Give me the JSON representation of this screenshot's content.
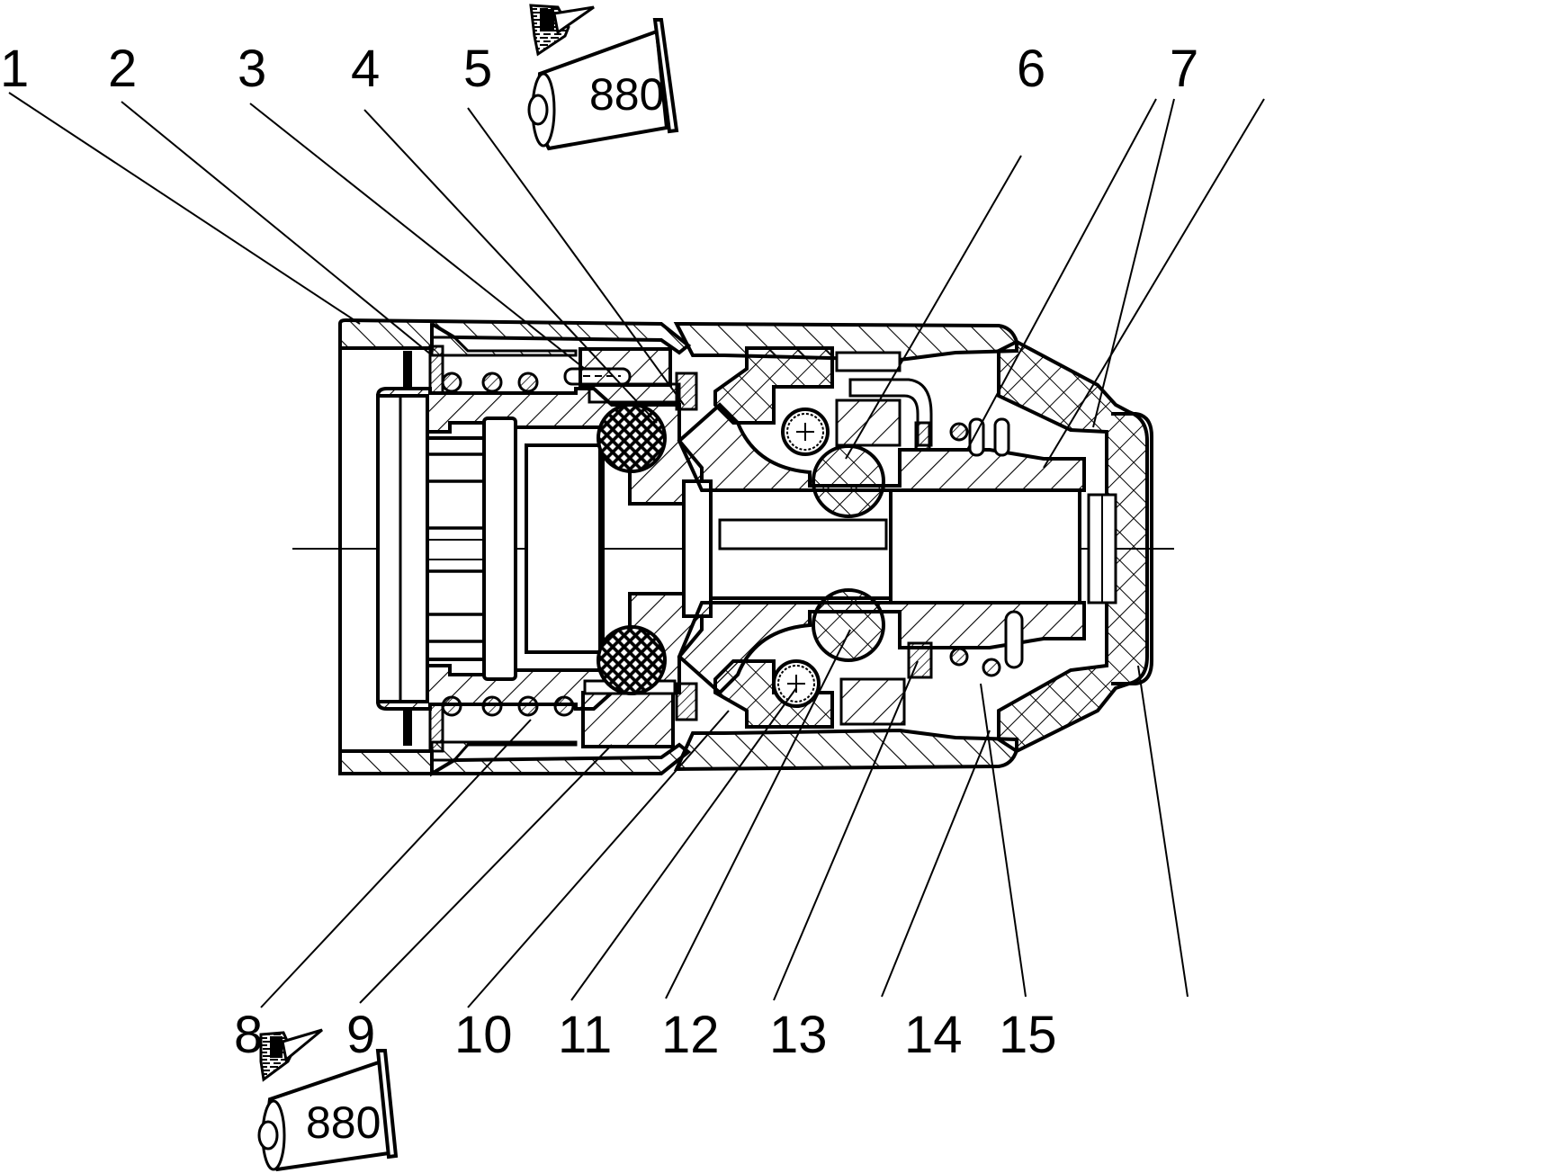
{
  "figure": {
    "type": "cross-section technical drawing",
    "colors": {
      "ink": "#000000",
      "paper": "#ffffff"
    }
  },
  "callouts": [
    {
      "id": "1",
      "label": "1"
    },
    {
      "id": "2",
      "label": "2"
    },
    {
      "id": "3",
      "label": "3"
    },
    {
      "id": "4",
      "label": "4"
    },
    {
      "id": "5",
      "label": "5"
    },
    {
      "id": "6",
      "label": "6"
    },
    {
      "id": "7",
      "label": "7"
    },
    {
      "id": "8",
      "label": "8"
    },
    {
      "id": "9",
      "label": "9"
    },
    {
      "id": "10",
      "label": "10"
    },
    {
      "id": "11",
      "label": "11"
    },
    {
      "id": "12",
      "label": "12"
    },
    {
      "id": "13",
      "label": "13"
    },
    {
      "id": "14",
      "label": "14"
    },
    {
      "id": "15",
      "label": "15"
    }
  ],
  "adhesive_tubes": [
    {
      "position": "top",
      "label": "880",
      "icon": "adhesive-tube-with-brush-icon"
    },
    {
      "position": "bottom",
      "label": "880",
      "icon": "adhesive-tube-with-brush-icon"
    }
  ]
}
